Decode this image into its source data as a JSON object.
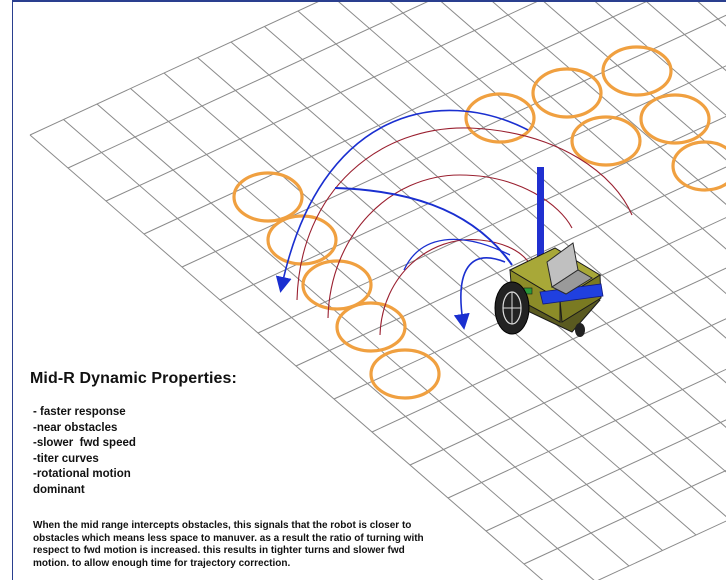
{
  "heading": "Mid-R Dynamic Properties:",
  "properties": [
    "- faster response",
    "-near obstacles",
    "-slower  fwd speed",
    "-titer curves",
    "-rotational motion",
    "dominant"
  ],
  "description_lines": [
    "When the mid range intercepts obstacles,  this signals that the robot is closer to",
    "obstacles which means less space to manuver. as a result the ratio of turning with",
    "respect to fwd motion is increased. this results in tighter turns and slower fwd",
    "motion. to allow enough time for trajectory correction."
  ],
  "colors": {
    "grid": "#8a8a8a",
    "obstacle": "#f0a040",
    "path_blue": "#1a2fd0",
    "path_red": "#9a2030",
    "robot_body": "#9a9a30",
    "robot_stripe": "#2040e0",
    "frame": "#2a3f8f"
  },
  "icons": {
    "robot": "wheeled-robot-icon",
    "obstacle": "obstacle-ring-icon",
    "arrow": "trajectory-arrow-icon"
  }
}
